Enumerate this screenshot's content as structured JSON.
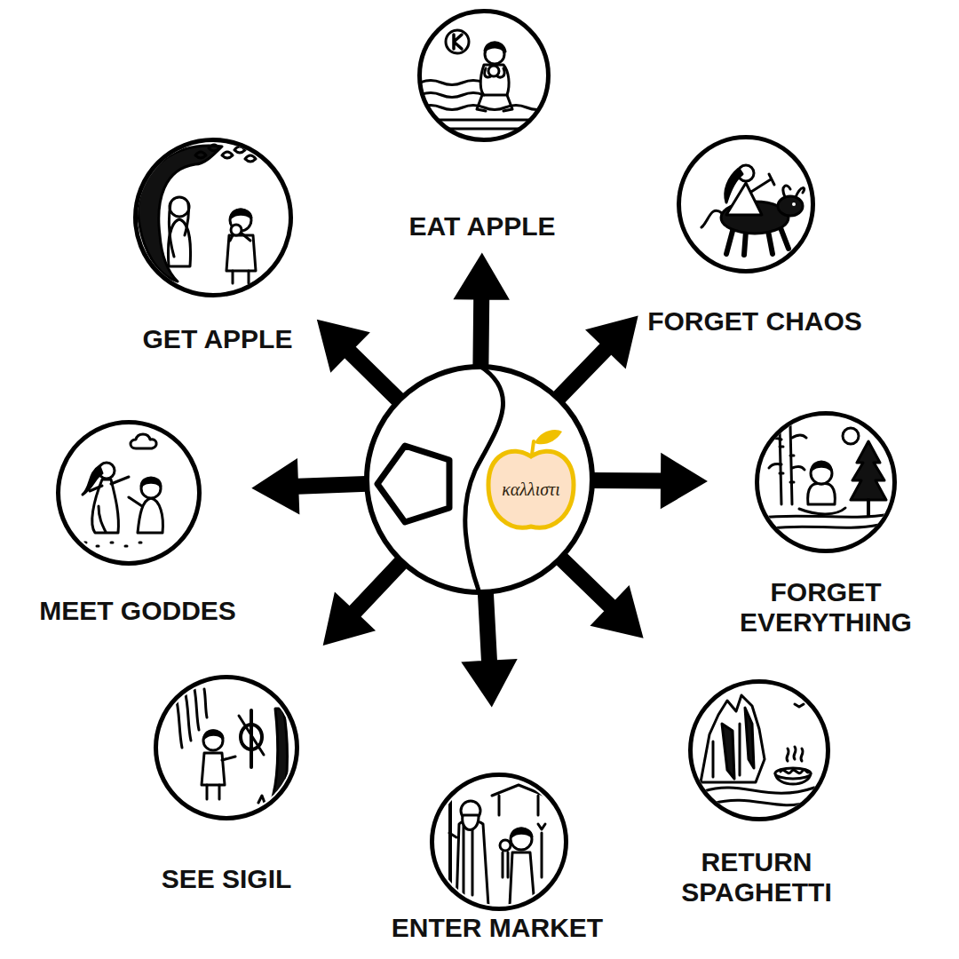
{
  "diagram": {
    "nodes": [
      {
        "text": [
          "καλλιστι"
        ]
      },
      {
        "text": [
          "EAT APPLE"
        ]
      },
      {
        "text": [
          "FORGET CHAOS"
        ]
      },
      {
        "text": [
          "FORGET EVERYTHING"
        ]
      },
      {
        "text": [
          "RETURN SPAGHETTI"
        ]
      },
      {
        "text": [
          "ENTER MARKET"
        ]
      },
      {
        "text": [
          "SEE SIGIL"
        ]
      },
      {
        "text": [
          "MEET GODDES"
        ]
      },
      {
        "text": [
          "GET APPLE"
        ]
      }
    ],
    "edges": [
      {
        "from": 0,
        "to": 1,
        "arrow": "to"
      },
      {
        "from": 0,
        "to": 2,
        "arrow": "to"
      },
      {
        "from": 0,
        "to": 3,
        "arrow": "to"
      },
      {
        "from": 0,
        "to": 4,
        "arrow": "to"
      },
      {
        "from": 0,
        "to": 5,
        "arrow": "to"
      },
      {
        "from": 0,
        "to": 6,
        "arrow": "to"
      },
      {
        "from": 0,
        "to": 7,
        "arrow": "to"
      },
      {
        "from": 0,
        "to": 8,
        "arrow": "to"
      }
    ]
  }
}
